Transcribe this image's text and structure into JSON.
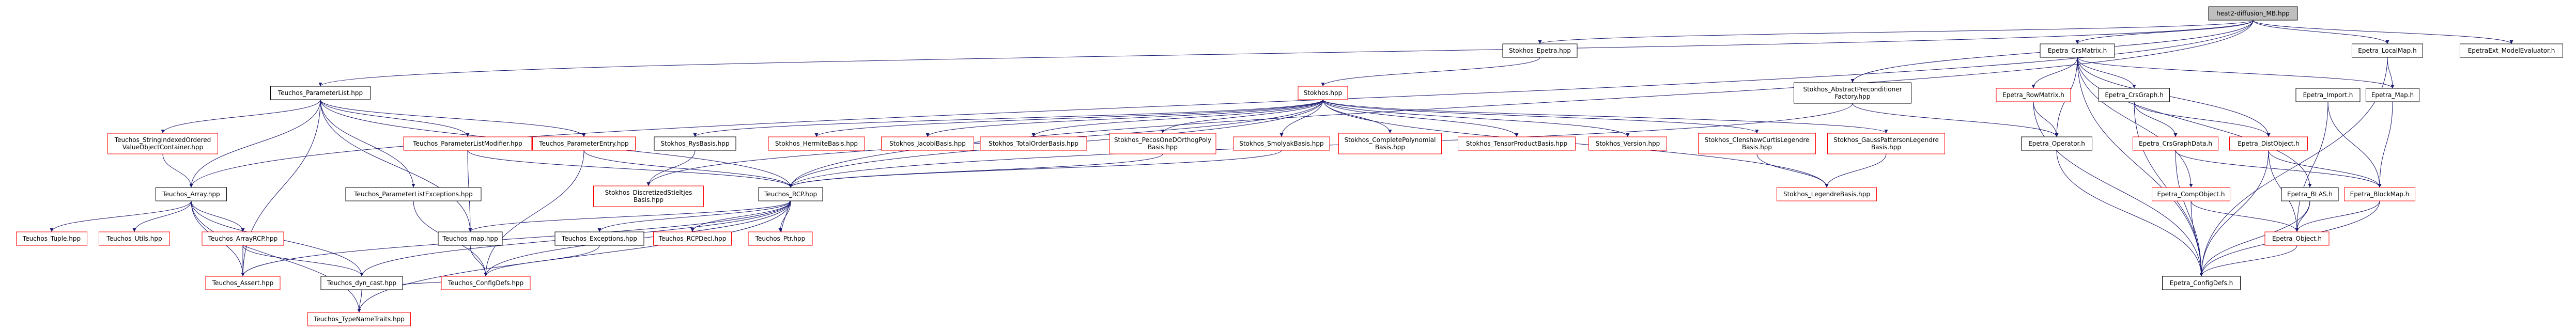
{
  "nodes": [
    {
      "id": "root",
      "lines": [
        "heat2-diffusion_MB.hpp"
      ],
      "style": "root"
    },
    {
      "id": "stk_epetra",
      "lines": [
        "Stokhos_Epetra.hpp"
      ],
      "style": "black"
    },
    {
      "id": "epetra_crsmatrix",
      "lines": [
        "Epetra_CrsMatrix.h"
      ],
      "style": "black"
    },
    {
      "id": "epetra_localmap",
      "lines": [
        "Epetra_LocalMap.h"
      ],
      "style": "black"
    },
    {
      "id": "epetraext_model",
      "lines": [
        "EpetraExt_ModelEvaluator.h"
      ],
      "style": "black"
    },
    {
      "id": "teuchos_paramlist",
      "lines": [
        "Teuchos_ParameterList.hpp"
      ],
      "style": "black"
    },
    {
      "id": "stokhos",
      "lines": [
        "Stokhos.hpp"
      ],
      "style": "red"
    },
    {
      "id": "stk_abstract",
      "lines": [
        "Stokhos_AbstractPreconditioner",
        "Factory.hpp"
      ],
      "style": "black"
    },
    {
      "id": "epetra_rowmatrix",
      "lines": [
        "Epetra_RowMatrix.h"
      ],
      "style": "red"
    },
    {
      "id": "epetra_crsgraph",
      "lines": [
        "Epetra_CrsGraph.h"
      ],
      "style": "black"
    },
    {
      "id": "epetra_import",
      "lines": [
        "Epetra_Import.h"
      ],
      "style": "black"
    },
    {
      "id": "epetra_map",
      "lines": [
        "Epetra_Map.h"
      ],
      "style": "black"
    },
    {
      "id": "teuchos_stringindexed",
      "lines": [
        "Teuchos_StringIndexedOrdered",
        "ValueObjectContainer.hpp"
      ],
      "style": "red"
    },
    {
      "id": "teuchos_paramlistmod",
      "lines": [
        "Teuchos_ParameterListModifier.hpp"
      ],
      "style": "red"
    },
    {
      "id": "teuchos_paramentry",
      "lines": [
        "Teuchos_ParameterEntry.hpp"
      ],
      "style": "red"
    },
    {
      "id": "stk_rysbasis",
      "lines": [
        "Stokhos_RysBasis.hpp"
      ],
      "style": "black"
    },
    {
      "id": "stk_hermite",
      "lines": [
        "Stokhos_HermiteBasis.hpp"
      ],
      "style": "red"
    },
    {
      "id": "stk_jacobi",
      "lines": [
        "Stokhos_JacobiBasis.hpp"
      ],
      "style": "red"
    },
    {
      "id": "stk_totalorder",
      "lines": [
        "Stokhos_TotalOrderBasis.hpp"
      ],
      "style": "red"
    },
    {
      "id": "stk_pecos",
      "lines": [
        "Stokhos_PecosOneDOrthogPoly",
        "Basis.hpp"
      ],
      "style": "red"
    },
    {
      "id": "stk_smolyak",
      "lines": [
        "Stokhos_SmolyakBasis.hpp"
      ],
      "style": "red"
    },
    {
      "id": "stk_completepoly",
      "lines": [
        "Stokhos_CompletePolynomial",
        "Basis.hpp"
      ],
      "style": "red"
    },
    {
      "id": "stk_tensorproduct",
      "lines": [
        "Stokhos_TensorProductBasis.hpp"
      ],
      "style": "red"
    },
    {
      "id": "stk_version",
      "lines": [
        "Stokhos_Version.hpp"
      ],
      "style": "red"
    },
    {
      "id": "stk_clenshaw",
      "lines": [
        "Stokhos_ClenshawCurtisLegendre",
        "Basis.hpp"
      ],
      "style": "red"
    },
    {
      "id": "stk_gausspatterson",
      "lines": [
        "Stokhos_GaussPattersonLegendre",
        "Basis.hpp"
      ],
      "style": "red"
    },
    {
      "id": "epetra_operator",
      "lines": [
        "Epetra_Operator.h"
      ],
      "style": "black"
    },
    {
      "id": "epetra_crsgraphdata",
      "lines": [
        "Epetra_CrsGraphData.h"
      ],
      "style": "red"
    },
    {
      "id": "epetra_distobject",
      "lines": [
        "Epetra_DistObject.h"
      ],
      "style": "red"
    },
    {
      "id": "teuchos_array",
      "lines": [
        "Teuchos_Array.hpp"
      ],
      "style": "black"
    },
    {
      "id": "teuchos_paramlistexc",
      "lines": [
        "Teuchos_ParameterListExceptions.hpp"
      ],
      "style": "black"
    },
    {
      "id": "stk_discretized",
      "lines": [
        "Stokhos_DiscretizedStieltjes",
        "Basis.hpp"
      ],
      "style": "red"
    },
    {
      "id": "teuchos_rcp",
      "lines": [
        "Teuchos_RCP.hpp"
      ],
      "style": "black"
    },
    {
      "id": "stk_legendre",
      "lines": [
        "Stokhos_LegendreBasis.hpp"
      ],
      "style": "red"
    },
    {
      "id": "epetra_compobject",
      "lines": [
        "Epetra_CompObject.h"
      ],
      "style": "red"
    },
    {
      "id": "epetra_blas",
      "lines": [
        "Epetra_BLAS.h"
      ],
      "style": "black"
    },
    {
      "id": "epetra_blockmap",
      "lines": [
        "Epetra_BlockMap.h"
      ],
      "style": "red"
    },
    {
      "id": "teuchos_tuple",
      "lines": [
        "Teuchos_Tuple.hpp"
      ],
      "style": "red"
    },
    {
      "id": "teuchos_utils",
      "lines": [
        "Teuchos_Utils.hpp"
      ],
      "style": "red"
    },
    {
      "id": "teuchos_arrayrcp",
      "lines": [
        "Teuchos_ArrayRCP.hpp"
      ],
      "style": "red"
    },
    {
      "id": "teuchos_map",
      "lines": [
        "Teuchos_map.hpp"
      ],
      "style": "black"
    },
    {
      "id": "teuchos_exceptions",
      "lines": [
        "Teuchos_Exceptions.hpp"
      ],
      "style": "black"
    },
    {
      "id": "teuchos_rcpdecl",
      "lines": [
        "Teuchos_RCPDecl.hpp"
      ],
      "style": "red"
    },
    {
      "id": "teuchos_ptr",
      "lines": [
        "Teuchos_Ptr.hpp"
      ],
      "style": "red"
    },
    {
      "id": "epetra_object",
      "lines": [
        "Epetra_Object.h"
      ],
      "style": "red"
    },
    {
      "id": "teuchos_assert",
      "lines": [
        "Teuchos_Assert.hpp"
      ],
      "style": "red"
    },
    {
      "id": "teuchos_dyncast",
      "lines": [
        "Teuchos_dyn_cast.hpp"
      ],
      "style": "black"
    },
    {
      "id": "teuchos_configdefs",
      "lines": [
        "Teuchos_ConfigDefs.hpp"
      ],
      "style": "red"
    },
    {
      "id": "epetra_configdefs",
      "lines": [
        "Epetra_ConfigDefs.h"
      ],
      "style": "black"
    },
    {
      "id": "teuchos_typenametraits",
      "lines": [
        "Teuchos_TypeNameTraits.hpp"
      ],
      "style": "red"
    }
  ],
  "edges": [
    [
      "root",
      "stk_epetra"
    ],
    [
      "root",
      "epetra_crsmatrix"
    ],
    [
      "root",
      "epetra_localmap"
    ],
    [
      "root",
      "epetraext_model"
    ],
    [
      "root",
      "teuchos_paramlist"
    ],
    [
      "root",
      "stk_abstract"
    ],
    [
      "root",
      "teuchos_rcp"
    ],
    [
      "root",
      "teuchos_array"
    ],
    [
      "stk_epetra",
      "stokhos"
    ],
    [
      "epetra_crsmatrix",
      "epetra_rowmatrix"
    ],
    [
      "epetra_crsmatrix",
      "epetra_crsgraph"
    ],
    [
      "epetra_crsmatrix",
      "epetra_map"
    ],
    [
      "epetra_crsmatrix",
      "epetra_operator"
    ],
    [
      "epetra_crsmatrix",
      "epetra_distobject"
    ],
    [
      "epetra_crsmatrix",
      "epetra_compobject"
    ],
    [
      "epetra_crsmatrix",
      "epetra_blas"
    ],
    [
      "epetra_crsmatrix",
      "epetra_configdefs"
    ],
    [
      "epetra_localmap",
      "epetra_map"
    ],
    [
      "epetra_localmap",
      "epetra_configdefs"
    ],
    [
      "teuchos_paramlist",
      "teuchos_stringindexed"
    ],
    [
      "teuchos_paramlist",
      "teuchos_paramlistmod"
    ],
    [
      "teuchos_paramlist",
      "teuchos_paramentry"
    ],
    [
      "teuchos_paramlist",
      "teuchos_array"
    ],
    [
      "teuchos_paramlist",
      "teuchos_paramlistexc"
    ],
    [
      "teuchos_paramlist",
      "teuchos_map"
    ],
    [
      "teuchos_paramlist",
      "teuchos_rcp"
    ],
    [
      "teuchos_paramlist",
      "teuchos_assert"
    ],
    [
      "stokhos",
      "stk_rysbasis"
    ],
    [
      "stokhos",
      "stk_hermite"
    ],
    [
      "stokhos",
      "stk_jacobi"
    ],
    [
      "stokhos",
      "stk_totalorder"
    ],
    [
      "stokhos",
      "stk_pecos"
    ],
    [
      "stokhos",
      "stk_smolyak"
    ],
    [
      "stokhos",
      "stk_completepoly"
    ],
    [
      "stokhos",
      "stk_tensorproduct"
    ],
    [
      "stokhos",
      "stk_version"
    ],
    [
      "stokhos",
      "stk_clenshaw"
    ],
    [
      "stokhos",
      "stk_gausspatterson"
    ],
    [
      "stokhos",
      "stk_discretized"
    ],
    [
      "stokhos",
      "stk_legendre"
    ],
    [
      "stokhos",
      "teuchos_rcp"
    ],
    [
      "stk_abstract",
      "teuchos_rcp"
    ],
    [
      "stk_abstract",
      "epetra_operator"
    ],
    [
      "epetra_rowmatrix",
      "epetra_operator"
    ],
    [
      "epetra_rowmatrix",
      "epetra_configdefs"
    ],
    [
      "epetra_crsgraph",
      "epetra_crsgraphdata"
    ],
    [
      "epetra_crsgraph",
      "epetra_distobject"
    ],
    [
      "epetra_crsgraph",
      "epetra_configdefs"
    ],
    [
      "epetra_import",
      "epetra_blockmap"
    ],
    [
      "epetra_import",
      "epetra_object"
    ],
    [
      "epetra_map",
      "epetra_blockmap"
    ],
    [
      "teuchos_stringindexed",
      "teuchos_array"
    ],
    [
      "teuchos_paramlistmod",
      "teuchos_rcp"
    ],
    [
      "teuchos_paramlistmod",
      "teuchos_map"
    ],
    [
      "teuchos_paramentry",
      "teuchos_rcp"
    ],
    [
      "teuchos_paramentry",
      "teuchos_configdefs"
    ],
    [
      "stk_rysbasis",
      "stk_discretized"
    ],
    [
      "stk_smolyak",
      "teuchos_rcp"
    ],
    [
      "stk_clenshaw",
      "stk_legendre"
    ],
    [
      "stk_gausspatterson",
      "stk_legendre"
    ],
    [
      "stk_pecos",
      "teuchos_rcp"
    ],
    [
      "epetra_operator",
      "epetra_configdefs"
    ],
    [
      "epetra_crsgraphdata",
      "epetra_blockmap"
    ],
    [
      "epetra_crsgraphdata",
      "epetra_configdefs"
    ],
    [
      "epetra_distobject",
      "epetra_blockmap"
    ],
    [
      "epetra_distobject",
      "epetra_object"
    ],
    [
      "epetra_distobject",
      "epetra_configdefs"
    ],
    [
      "teuchos_array",
      "teuchos_tuple"
    ],
    [
      "teuchos_array",
      "teuchos_utils"
    ],
    [
      "teuchos_array",
      "teuchos_arrayrcp"
    ],
    [
      "teuchos_array",
      "teuchos_assert"
    ],
    [
      "teuchos_array",
      "teuchos_typenametraits"
    ],
    [
      "teuchos_array",
      "teuchos_dyncast"
    ],
    [
      "teuchos_paramlistexc",
      "teuchos_configdefs"
    ],
    [
      "teuchos_rcp",
      "teuchos_map"
    ],
    [
      "teuchos_rcp",
      "teuchos_exceptions"
    ],
    [
      "teuchos_rcp",
      "teuchos_rcpdecl"
    ],
    [
      "teuchos_rcp",
      "teuchos_ptr"
    ],
    [
      "teuchos_rcp",
      "teuchos_assert"
    ],
    [
      "teuchos_rcp",
      "teuchos_dyncast"
    ],
    [
      "teuchos_rcp",
      "teuchos_typenametraits"
    ],
    [
      "teuchos_rcp",
      "teuchos_configdefs"
    ],
    [
      "epetra_compobject",
      "epetra_object"
    ],
    [
      "epetra_compobject",
      "epetra_configdefs"
    ],
    [
      "epetra_blas",
      "epetra_object"
    ],
    [
      "epetra_blas",
      "epetra_configdefs"
    ],
    [
      "epetra_blockmap",
      "epetra_object"
    ],
    [
      "epetra_blockmap",
      "epetra_configdefs"
    ],
    [
      "teuchos_arrayrcp",
      "teuchos_assert"
    ],
    [
      "teuchos_arrayrcp",
      "teuchos_dyncast"
    ],
    [
      "teuchos_map",
      "teuchos_configdefs"
    ],
    [
      "teuchos_exceptions",
      "teuchos_configdefs"
    ],
    [
      "teuchos_ptr",
      "teuchos_rcp"
    ],
    [
      "teuchos_dyncast",
      "teuchos_configdefs"
    ],
    [
      "teuchos_dyncast",
      "teuchos_typenametraits"
    ],
    [
      "epetra_object",
      "epetra_configdefs"
    ]
  ]
}
